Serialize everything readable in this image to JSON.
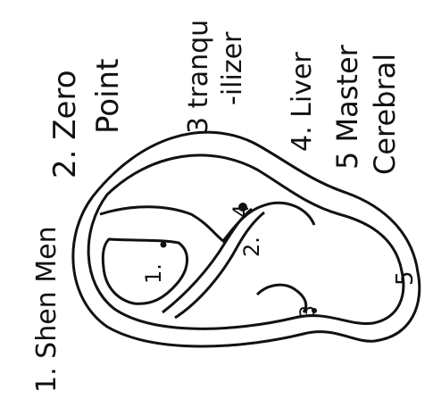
{
  "labels": {
    "l1": "1. Shen Men",
    "l2a": "2. Zero",
    "l2b": "Point",
    "l3a": "3 tranqu",
    "l3b": "-ilizer",
    "l4": "4. Liver",
    "l5a": "5 Master",
    "l5b": "Cerebral"
  },
  "markers": {
    "m1": "1.",
    "m2": "2.",
    "m3": "3",
    "m4": "4",
    "m5": "5"
  },
  "colors": {
    "ink": "#111111",
    "paper": "#ffffff"
  }
}
